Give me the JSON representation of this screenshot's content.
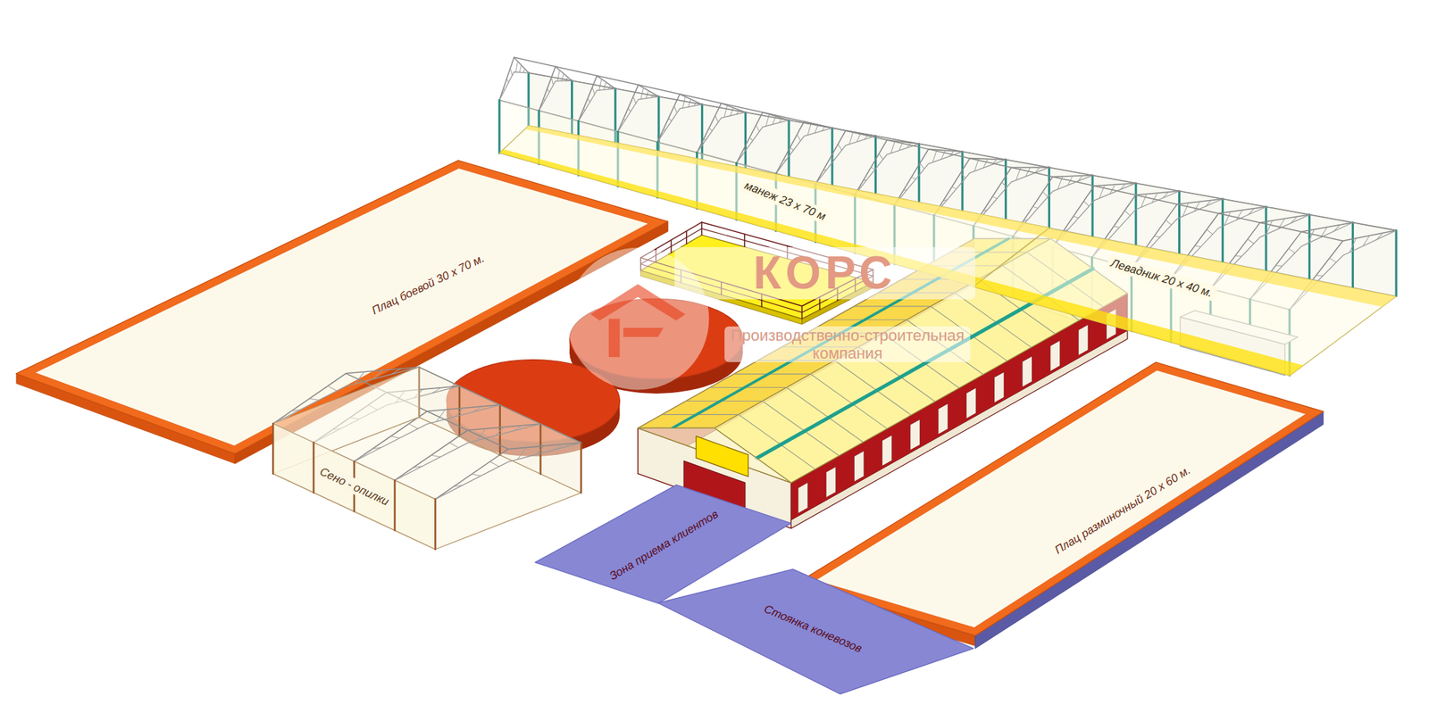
{
  "diagram": {
    "nodes": [
      {
        "text": [
          "манеж 23 х 70 м"
        ]
      },
      {
        "text": [
          "Левадник 20 х 40 м."
        ]
      },
      {
        "text": [
          "Плац боевой 30 х 70 м."
        ]
      },
      {
        "text": [
          "Сено - опилки"
        ]
      },
      {
        "text": [
          "Зона приема клиентов"
        ]
      },
      {
        "text": [
          "Плац разминочный 20 х 60 м."
        ]
      },
      {
        "text": [
          "Стоянка коневозов"
        ]
      }
    ],
    "labels": [
      "КОРС",
      "Производственно-строительная компания"
    ]
  }
}
